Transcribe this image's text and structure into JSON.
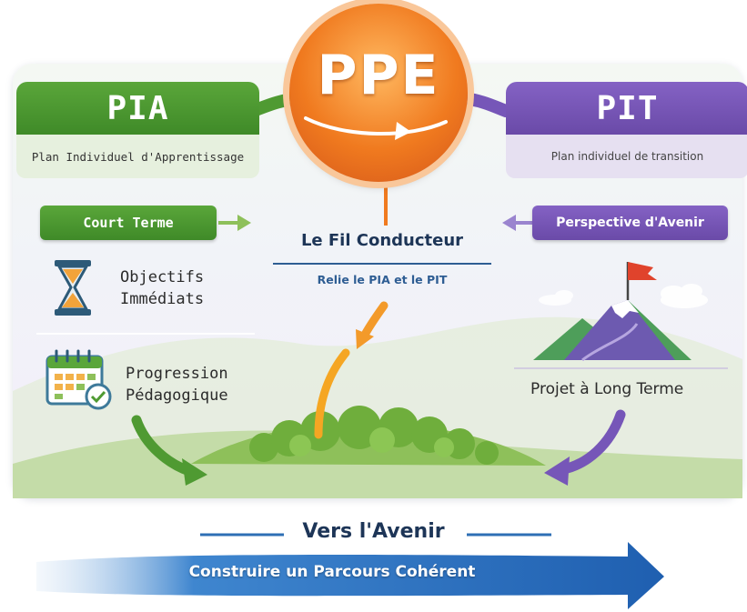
{
  "center": {
    "title": "PPE",
    "caption": "Le Fil Conducteur",
    "subcaption": "Relie le PIA et le PIT"
  },
  "left": {
    "title": "PIA",
    "subtitle": "Plan Individuel d'Apprentissage",
    "tag": "Court Terme",
    "item1": {
      "line1": "Objectifs",
      "line2": "Immédiats",
      "icon": "hourglass-icon"
    },
    "item2": {
      "line1": "Progression",
      "line2": "Pédagogique",
      "icon": "calendar-check-icon"
    }
  },
  "right": {
    "title": "PIT",
    "subtitle": "Plan individuel de transition",
    "tag": "Perspective d'Avenir",
    "item1": {
      "label": "Projet à Long Terme",
      "icon": "mountain-flag-icon"
    }
  },
  "footer": {
    "heading": "Vers l'Avenir",
    "banner": "Construire un Parcours Cohérent"
  },
  "colors": {
    "green": "#4f9a32",
    "purple": "#7656b8",
    "orange": "#f07a1f",
    "blue": "#2e6fb5",
    "navy": "#1d3557"
  }
}
